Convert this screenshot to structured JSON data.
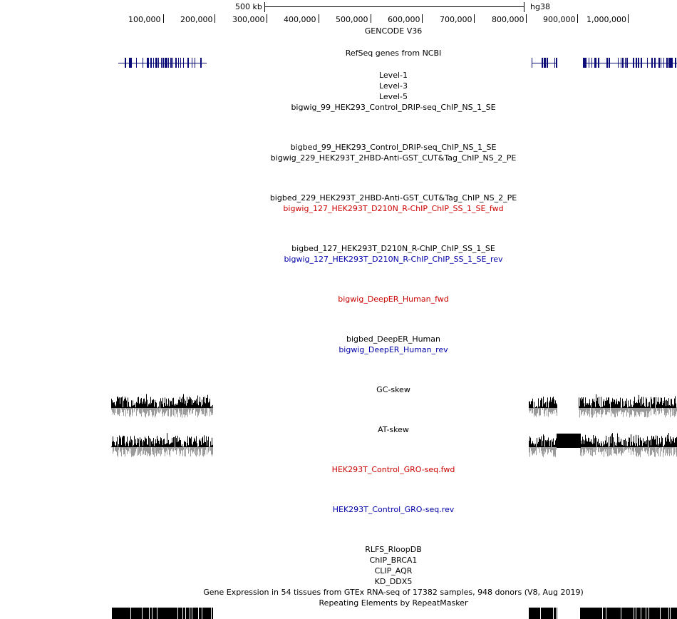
{
  "scale": {
    "label": "500 kb",
    "assembly": "hg38"
  },
  "ruler": {
    "ticks": [
      "100,000",
      "200,000",
      "300,000",
      "400,000",
      "500,000",
      "600,000",
      "700,000",
      "800,000",
      "900,000",
      "1,000,000"
    ]
  },
  "tracks": {
    "gencode": "GENCODE V36",
    "refseq": "RefSeq genes from NCBI",
    "level1": "Level-1",
    "level3": "Level-3",
    "level5": "Level-5",
    "bigwig_99": "bigwig_99_HEK293_Control_DRIP-seq_ChIP_NS_1_SE",
    "bigbed_99": "bigbed_99_HEK293_Control_DRIP-seq_ChIP_NS_1_SE",
    "bigwig_229": "bigwig_229_HEK293T_2HBD-Anti-GST_CUT&Tag_ChIP_NS_2_PE",
    "bigbed_229": "bigbed_229_HEK293T_2HBD-Anti-GST_CUT&Tag_ChIP_NS_2_PE",
    "bigwig_127_fwd": "bigwig_127_HEK293T_D210N_R-ChIP_ChIP_SS_1_SE_fwd",
    "bigbed_127": "bigbed_127_HEK293T_D210N_R-ChIP_ChIP_SS_1_SE",
    "bigwig_127_rev": "bigwig_127_HEK293T_D210N_R-ChIP_ChIP_SS_1_SE_rev",
    "deeper_fwd": "bigwig_DeepER_Human_fwd",
    "bigbed_deeper": "bigbed_DeepER_Human",
    "deeper_rev": "bigwig_DeepER_Human_rev",
    "gc_skew": "GC-skew",
    "at_skew": "AT-skew",
    "gro_fwd": "HEK293T_Control_GRO-seq.fwd",
    "gro_rev": "HEK293T_Control_GRO-seq.rev",
    "rlfs": "RLFS_RloopDB",
    "chip_brca1": "ChIP_BRCA1",
    "clip_aqr": "CLIP_AQR",
    "kd_ddx5": "KD_DDX5",
    "gtex": "Gene Expression in 54 tissues from GTEx RNA-seq of 17382 samples, 948 donors (V8, Aug 2019)",
    "repeatmasker": "Repeating Elements by RepeatMasker"
  },
  "colors": {
    "refseq": "#0c0c78",
    "fwd": "#cc0000",
    "rev": "#0000aa",
    "signal": "#000000"
  }
}
